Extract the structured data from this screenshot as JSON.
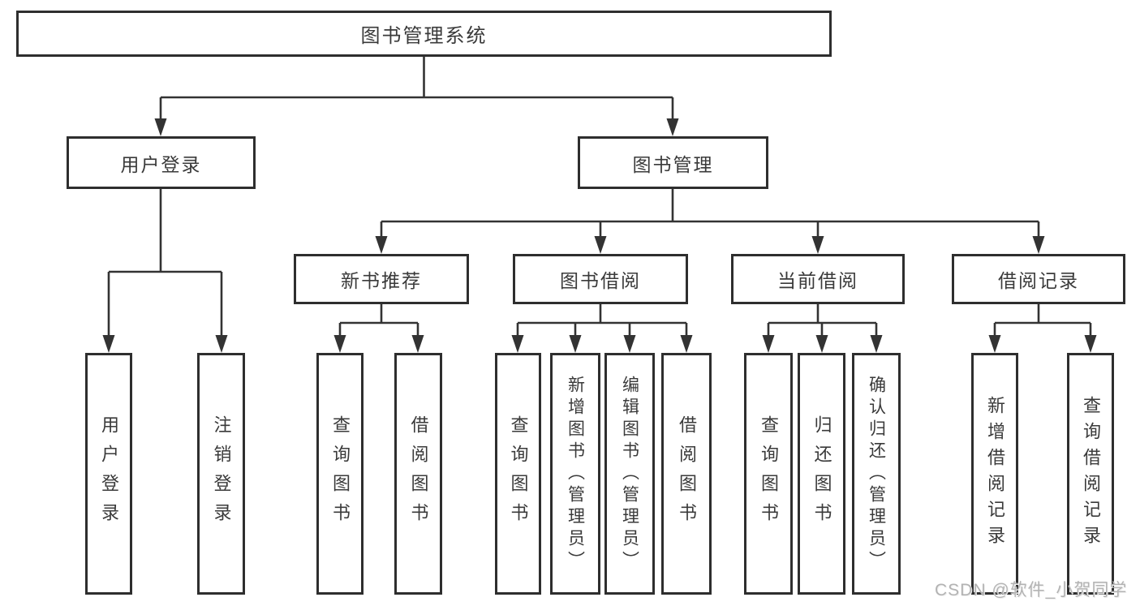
{
  "diagram_type": "hierarchy-tree",
  "title": "图书管理系统",
  "watermark": "CSDN @软件_小贺同学",
  "colors": {
    "line": "#333333",
    "box_border": "#2e2e2e",
    "box_fill": "#ffffff",
    "text": "#3a3a3a",
    "watermark": "#b3b3b3",
    "background": "#ffffff"
  },
  "nodes": {
    "root": {
      "label": "图书管理系统"
    },
    "user_login": {
      "label": "用户登录"
    },
    "book_management": {
      "label": "图书管理"
    },
    "new_book_recommend": {
      "label": "新书推荐"
    },
    "book_borrow": {
      "label": "图书借阅"
    },
    "current_borrow": {
      "label": "当前借阅"
    },
    "borrow_records": {
      "label": "借阅记录"
    },
    "leaf_user_login": {
      "label": "用户登录"
    },
    "leaf_logout": {
      "label": "注销登录"
    },
    "leaf_recommend_query_book": {
      "label": "查询图书"
    },
    "leaf_recommend_borrow_book": {
      "label": "借阅图书"
    },
    "leaf_borrow_query_book": {
      "label": "查询图书"
    },
    "leaf_borrow_add_book": {
      "label": "新增图书（管理员）"
    },
    "leaf_borrow_edit_book": {
      "label": "编辑图书（管理员）"
    },
    "leaf_borrow_borrow_book": {
      "label": "借阅图书"
    },
    "leaf_current_query_book": {
      "label": "查询图书"
    },
    "leaf_current_return_book": {
      "label": "归还图书"
    },
    "leaf_current_confirm_return": {
      "label": "确认归还（管理员）"
    },
    "leaf_records_add_record": {
      "label": "新增借阅记录"
    },
    "leaf_records_query_record": {
      "label": "查询借阅记录"
    }
  },
  "hierarchy": {
    "图书管理系统": {
      "用户登录": [
        "用户登录",
        "注销登录"
      ],
      "图书管理": {
        "新书推荐": [
          "查询图书",
          "借阅图书"
        ],
        "图书借阅": [
          "查询图书",
          "新增图书（管理员）",
          "编辑图书（管理员）",
          "借阅图书"
        ],
        "当前借阅": [
          "查询图书",
          "归还图书",
          "确认归还（管理员）"
        ],
        "借阅记录": [
          "新增借阅记录",
          "查询借阅记录"
        ]
      }
    }
  }
}
